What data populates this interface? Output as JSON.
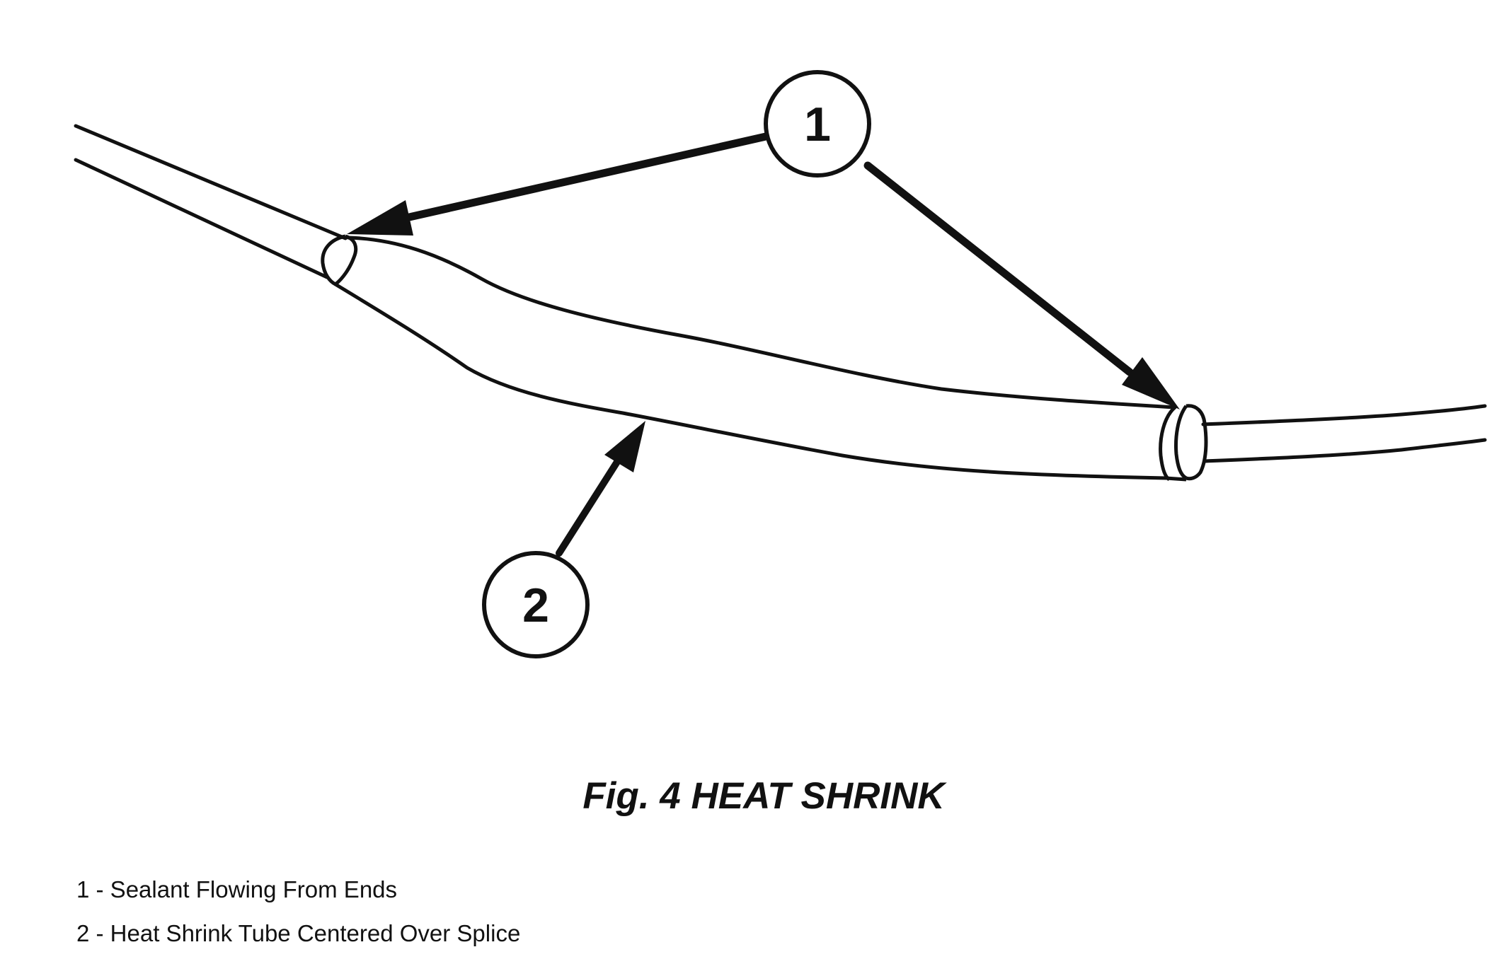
{
  "figure": {
    "caption": "Fig. 4 HEAT SHRINK",
    "callouts": [
      {
        "number": "1"
      },
      {
        "number": "2"
      }
    ],
    "legend": [
      "1 - Sealant Flowing From Ends",
      "2 - Heat Shrink Tube Centered Over Splice"
    ],
    "line_color": "#111111",
    "background_color": "#ffffff"
  }
}
